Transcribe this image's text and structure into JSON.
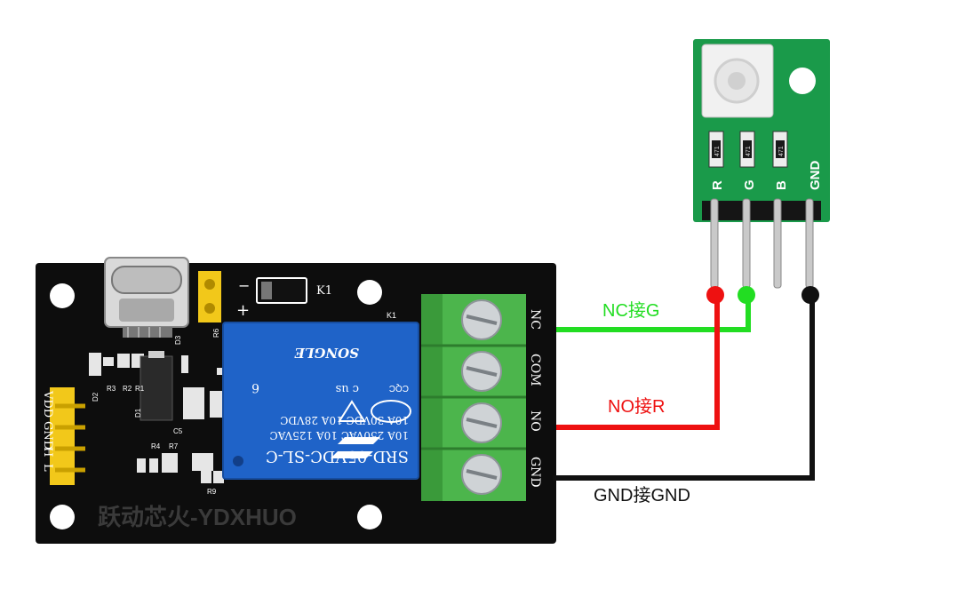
{
  "relay_board": {
    "watermark": "跃动芯火-YDXHUO",
    "header_pins": [
      "VDD",
      "GND",
      "H",
      "L"
    ],
    "power_pins": [
      "−",
      "+"
    ],
    "k1_label": "K1",
    "k1_small": "K1",
    "d3_label": "D3",
    "r6_label": "R6",
    "r3_label": "R3",
    "r2_label": "R2",
    "r1_label": "R1",
    "d2_label": "D2",
    "d1_label": "D1",
    "c5_label": "C5",
    "r4_label": "R4",
    "r7_label": "R7",
    "r9_label": "R9",
    "terminals": [
      "NC",
      "COM",
      "NO",
      "GND"
    ]
  },
  "relay": {
    "model": "SRD-05VDC-SL-C",
    "rating1": "10A 250VAC  10A 125VAC",
    "rating2": "10A 30VDC  10A 28VDC",
    "cert_mark": "c   us",
    "cqc": "CQC",
    "number": "6",
    "brand": "SONGLE"
  },
  "led_module": {
    "pins": [
      "R",
      "G",
      "B",
      "GND"
    ],
    "resistor_code": "471"
  },
  "connections": [
    {
      "label": "NC接G",
      "color": "#22dd22"
    },
    {
      "label": "NO接R",
      "color": "#ee1111"
    },
    {
      "label": "GND接GND",
      "color": "#111111"
    }
  ]
}
